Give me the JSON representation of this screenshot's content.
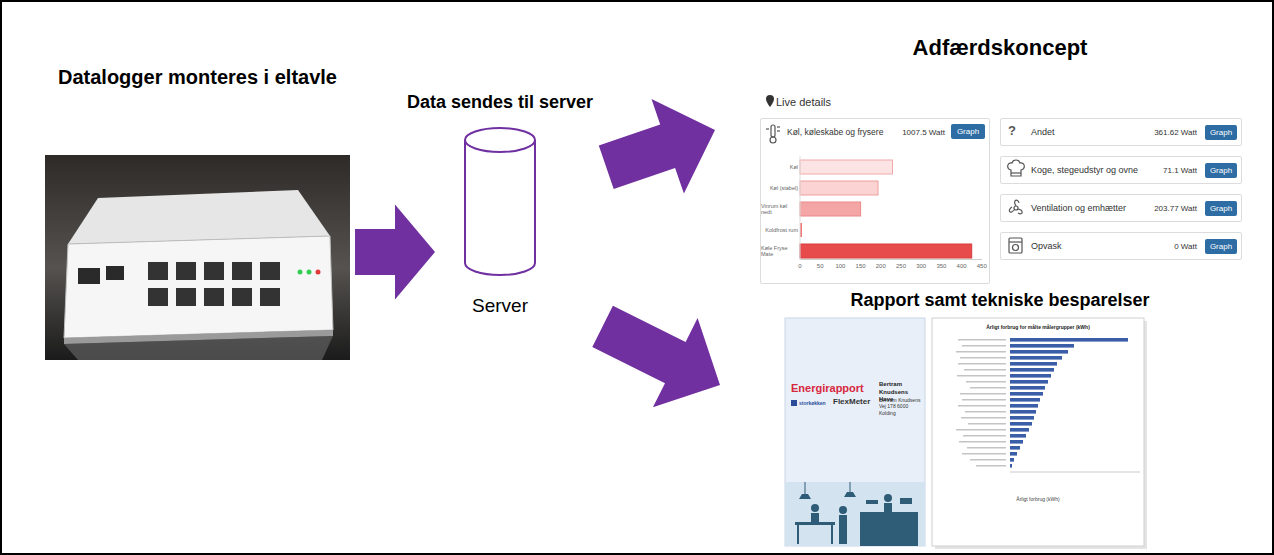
{
  "diagram": {
    "nodes": [
      {
        "text": [
          "Datalogger monteres i eltavle"
        ]
      },
      {
        "text": [
          "Data sendes til server",
          "Server"
        ]
      },
      {
        "text": [
          "Adfærdskoncept"
        ]
      },
      {
        "text": [
          "Køl, køleskabe og frysere",
          "1007.5 Watt",
          "Graph"
        ],
        "in": 2
      },
      {
        "text": [
          "Andet",
          "361.62 Watt",
          "Graph"
        ],
        "in": 2
      },
      {
        "text": [
          "Koge, stegeudstyr og ovne",
          "71.1 Watt",
          "Graph"
        ],
        "in": 2
      },
      {
        "text": [
          "Ventilation og emhætter",
          "203.77 Watt",
          "Graph"
        ],
        "in": 2
      },
      {
        "text": [
          "Opvask",
          "0 Watt",
          "Graph"
        ],
        "in": 2
      },
      {
        "text": [
          "Rapport samt tekniske besparelser"
        ]
      },
      {
        "text": [
          "Energirapport",
          "Bertram Knudsens Have",
          "Bertram Knudsens Vej 178 6000 Kolding",
          "storkøkken",
          "FlexMeter"
        ],
        "in": 8
      },
      {
        "text": [
          "Årligt forbrug for målte målergrupper (kWh)",
          "Årligt forbrug (kWh)"
        ],
        "in": 8
      }
    ],
    "edges": [
      {
        "from": 0,
        "to": 1,
        "arrow": "to"
      },
      {
        "from": 1,
        "to": 2,
        "arrow": "to"
      },
      {
        "from": 1,
        "to": 8,
        "arrow": "to"
      }
    ],
    "labels": [
      "Live details",
      "?",
      "Køl",
      "Køl (stabel)",
      "Vinrum køl nedt",
      "Koldfrost rum",
      "Køle Fryse Mate",
      "0",
      "50",
      "100",
      "150",
      "200",
      "250",
      "300",
      "350",
      "400",
      "450"
    ]
  }
}
